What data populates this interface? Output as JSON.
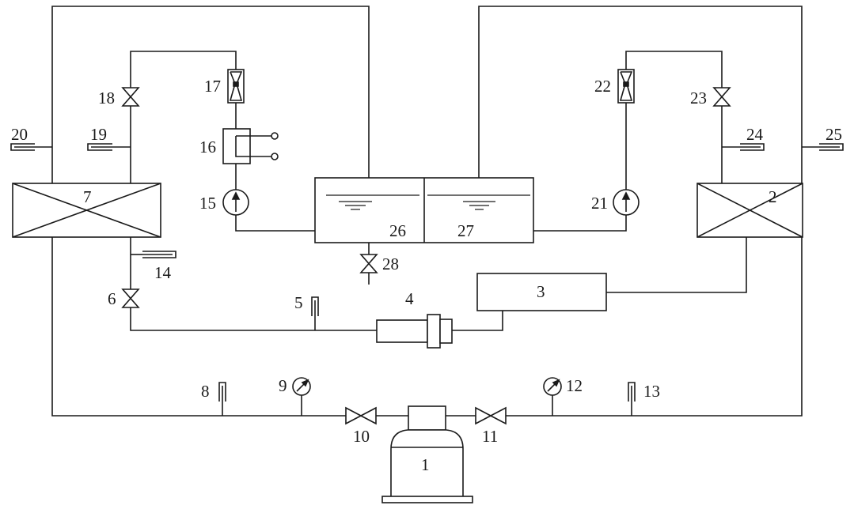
{
  "labels": {
    "compressor": "1",
    "condenser": "2",
    "receiver": "3",
    "filter": "4",
    "thermometer_5": "5",
    "valve_6": "6",
    "evaporator": "7",
    "thermometer_8": "8",
    "gauge_9": "9",
    "valve_10": "10",
    "valve_11": "11",
    "gauge_12": "12",
    "thermometer_13": "13",
    "thermometer_14": "14",
    "pump_15": "15",
    "heater_16": "16",
    "flowmeter_17": "17",
    "valve_18": "18",
    "thermometer_19": "19",
    "thermometer_20": "20",
    "pump_21": "21",
    "flowmeter_22": "22",
    "valve_23": "23",
    "thermometer_24": "24",
    "thermometer_25": "25",
    "tank_left": "26",
    "tank_right": "27",
    "drain_valve": "28"
  }
}
